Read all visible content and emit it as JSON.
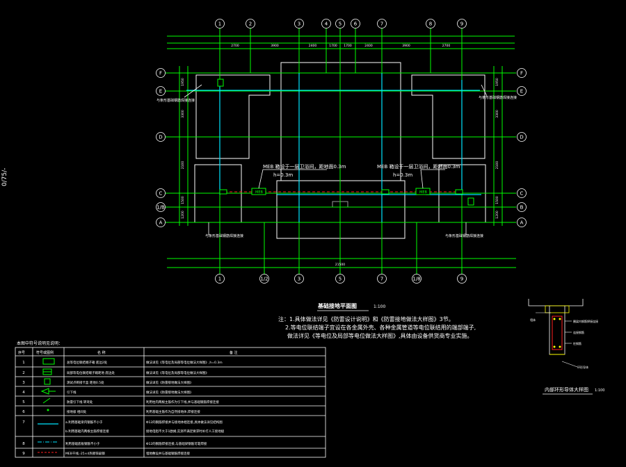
{
  "margin_mark": "0/75/-",
  "grid_top": [
    "1",
    "2",
    "3",
    "4",
    "5",
    "6",
    "7",
    "8",
    "9"
  ],
  "grid_bottom": [
    "1",
    "1/2",
    "3",
    "5",
    "7",
    "1/8",
    "9"
  ],
  "grid_left": [
    "F",
    "E",
    "D",
    "C",
    "1/B",
    "A"
  ],
  "grid_right": [
    "F",
    "E",
    "D",
    "C",
    "B",
    "A"
  ],
  "dims_top": [
    "2700",
    "3900",
    "2400",
    "1700",
    "1700",
    "2400",
    "3900",
    "2700"
  ],
  "dim_total": "21500",
  "dims_left": [
    "1950",
    "3300",
    "2100",
    "1500",
    "1200"
  ],
  "dims_right": [
    "1950",
    "3300",
    "2100",
    "1500",
    "1200"
  ],
  "plan_labels": {
    "meb_left": "MEB 箱设于一层卫浴间，距地面0.3m",
    "meb_right": "MEB 箱设于一层卫浴间，距地面0.3m",
    "h_left": "h=0.3m",
    "h_right": "h=0.3m",
    "test_left_top": "与条形基础钢筋焊接连接",
    "test_right_top": "与条形基础钢筋焊接连接",
    "test_left_bottom": "与条形基础钢筋焊接连接",
    "test_right_bottom": "与条形基础钢筋焊接连接",
    "meb_box": "MEB"
  },
  "plan_title": "基础接地平面图",
  "plan_scale": "1:100",
  "notes": [
    "注：1.具体做法详见《防雷设计说明》和《防雷接地做法大样图》3节。",
    "2.等电位联结端子宜设在各金属外壳、各种金属管道等电位联结用的端部端子,",
    "做法详见《等电位及局部等电位做法大样图》,具体由设备供货商专业实施。"
  ],
  "detail_title": "内部环形导体大样图",
  "detail_scale": "1:100",
  "detail_labels": [
    "墙体",
    "圈梁内钢筋焊接连接",
    "连接钢筋",
    "柱钢筋",
    "环形导体"
  ],
  "legend": {
    "title": "本图中符号说明见说明：",
    "headers": [
      "序号",
      "符号或图例",
      "名 称",
      "备 注"
    ],
    "rows": [
      {
        "no": "1",
        "name": "总等电位联结端子箱 底边2处",
        "note": "做法详见《等电位及局部等电位做法大样图》,h=0.3m"
      },
      {
        "no": "2",
        "name": "局部等电位联结端子箱距地 底边处",
        "note": "做法详见《等电位及局部等电位做法大样图》"
      },
      {
        "no": "3",
        "name": "测试点断接卡盒 距地0.5处",
        "note": "做法详见《防雷接地做法大样图》"
      },
      {
        "no": "4",
        "name": "引下线",
        "note": "做法详见《防雷接地做法大样图》"
      },
      {
        "no": "5",
        "name": "防雷引下线 转弯处",
        "note": "利用柱内两根主筋作为引下线,并与基础钢筋焊接连接"
      },
      {
        "no": "6",
        "name": "接地极 相间处",
        "note": "利用基础主筋作为自然接地体,焊接连接"
      },
      {
        "no": "7",
        "name": "a.利用基础梁内钢筋不小于",
        "note": "Φ12的钢筋焊接并与接地体相连接,具体做法详见结构图"
      },
      {
        "no": "7b",
        "name": "b.利用基础内两根主筋焊接连接",
        "note": "接地电阻不大于1欧姆,实测不满足要求时补打人工接地极"
      },
      {
        "no": "8",
        "name": "利用基础底板钢筋不小于",
        "note": "Φ12的钢筋焊接连接,与基础梁钢筋可靠焊接"
      },
      {
        "no": "9",
        "name": "MEB干线,-25×4热镀锌扁钢",
        "note": "埋地敷设并与基础钢筋焊接连接"
      }
    ]
  },
  "colors": {
    "white": "#ffffff",
    "green": "#00ff00",
    "cyan": "#00e5ff",
    "red": "#ff2020",
    "yellow": "#ffff00",
    "magenta": "#ff40ff",
    "gray": "#9a9a9a"
  }
}
